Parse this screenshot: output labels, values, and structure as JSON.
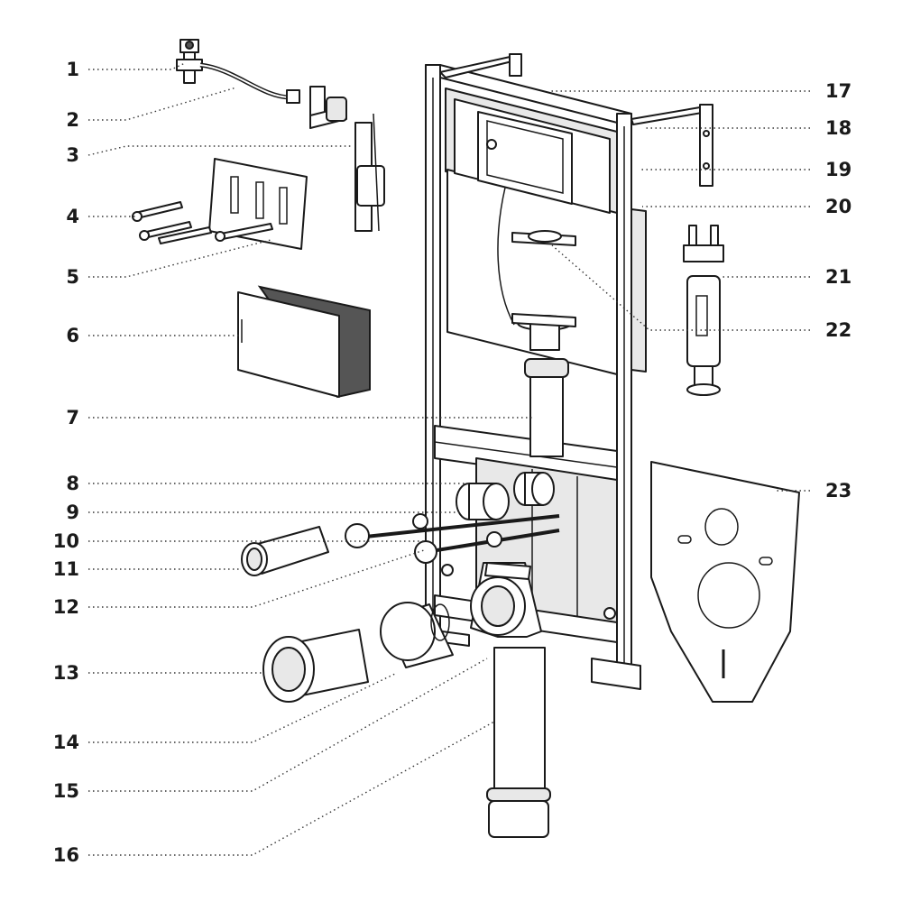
{
  "callouts": [
    {
      "id": "c1",
      "label": "1"
    },
    {
      "id": "c2",
      "label": "2"
    },
    {
      "id": "c3",
      "label": "3"
    },
    {
      "id": "c4",
      "label": "4"
    },
    {
      "id": "c5",
      "label": "5"
    },
    {
      "id": "c6",
      "label": "6"
    },
    {
      "id": "c7",
      "label": "7"
    },
    {
      "id": "c8",
      "label": "8"
    },
    {
      "id": "c9",
      "label": "9"
    },
    {
      "id": "c10",
      "label": "10"
    },
    {
      "id": "c11",
      "label": "11"
    },
    {
      "id": "c12",
      "label": "12"
    },
    {
      "id": "c13",
      "label": "13"
    },
    {
      "id": "c14",
      "label": "14"
    },
    {
      "id": "c15",
      "label": "15"
    },
    {
      "id": "c16",
      "label": "16"
    },
    {
      "id": "c17",
      "label": "17"
    },
    {
      "id": "c18",
      "label": "18"
    },
    {
      "id": "c19",
      "label": "19"
    },
    {
      "id": "c20",
      "label": "20"
    },
    {
      "id": "c21",
      "label": "21"
    },
    {
      "id": "c22",
      "label": "22"
    },
    {
      "id": "c23",
      "label": "23"
    }
  ],
  "colors": {
    "line": "#1a1a1a",
    "fill": "#ffffff",
    "shade": "#e8e8e8"
  }
}
